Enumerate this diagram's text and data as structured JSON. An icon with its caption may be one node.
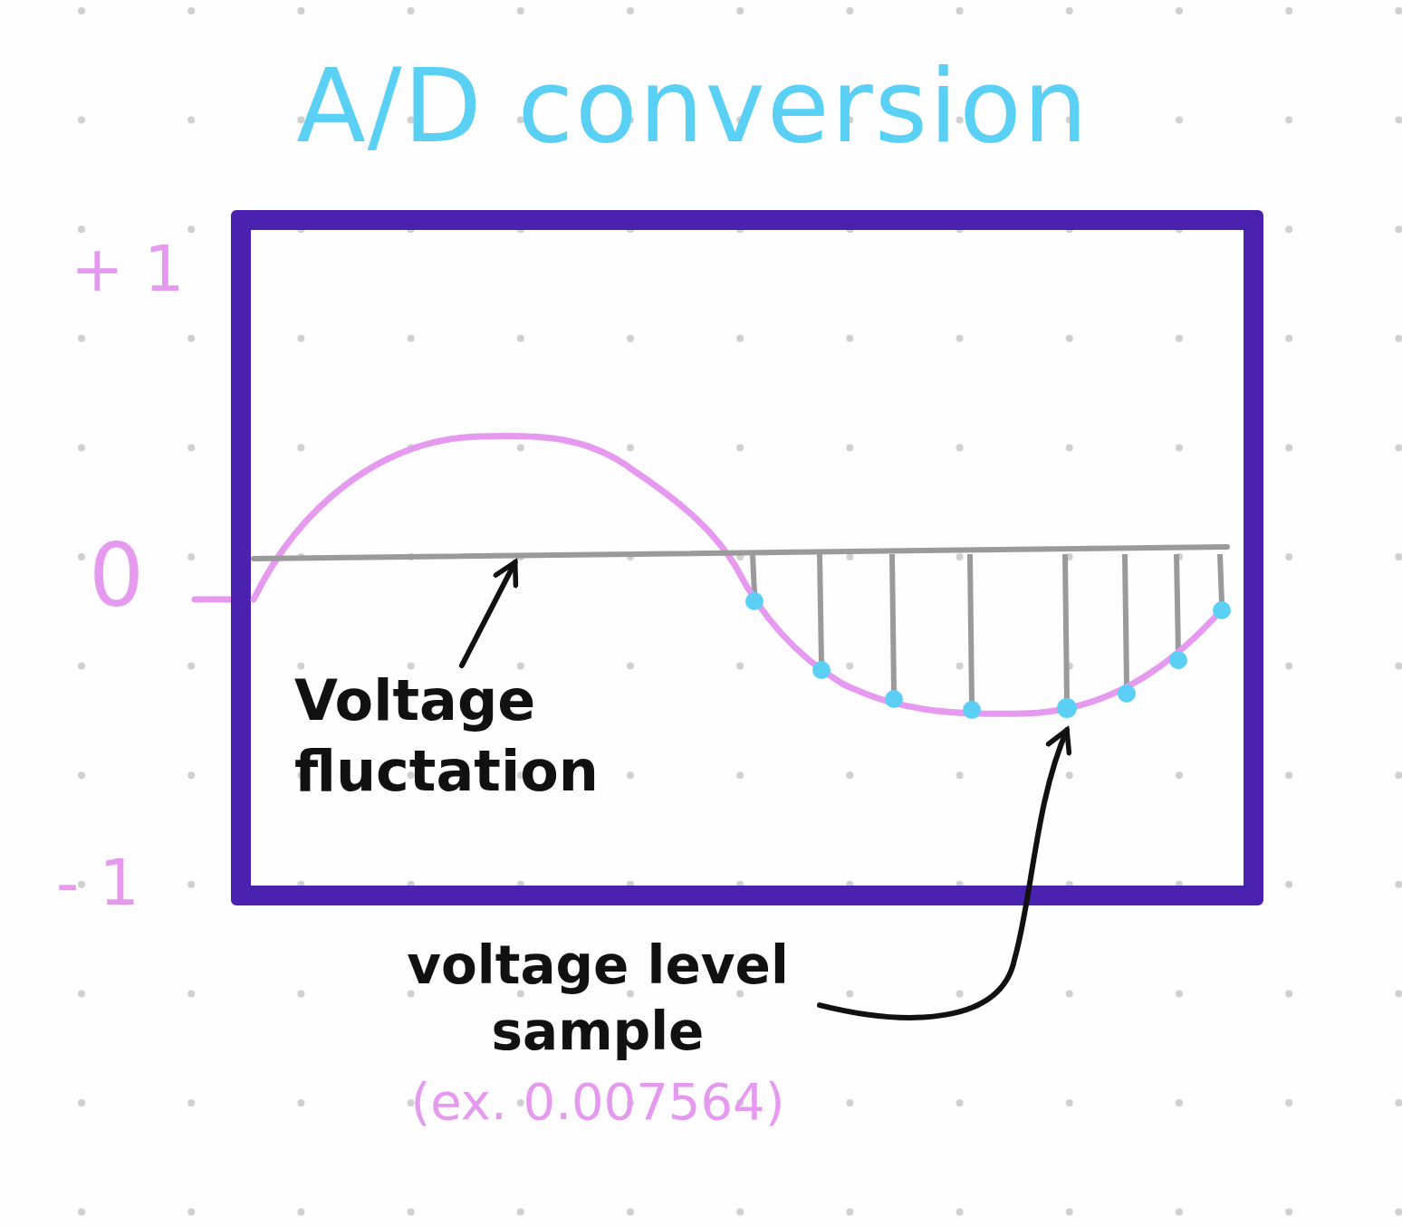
{
  "diagram": {
    "title": "A/D conversion",
    "nodes": [
      {
        "text": [],
        "shape": "box"
      },
      {
        "text": [],
        "shape": "curve",
        "in": 0
      },
      {
        "text": [],
        "shape": "line",
        "in": 1
      },
      {
        "text": [],
        "shape": "circle",
        "in": 1
      },
      {
        "text": [
          "Voltage fluctation"
        ],
        "in": 0
      },
      {
        "text": [
          "voltage level sample",
          "(ex. 0.007564)"
        ]
      }
    ],
    "edges": [
      {
        "from": 4,
        "to": 2,
        "arrow": "to"
      },
      {
        "from": 5,
        "to": 3,
        "arrow": "to"
      }
    ],
    "labels": [
      "+ 1",
      "0",
      "- 1"
    ]
  }
}
